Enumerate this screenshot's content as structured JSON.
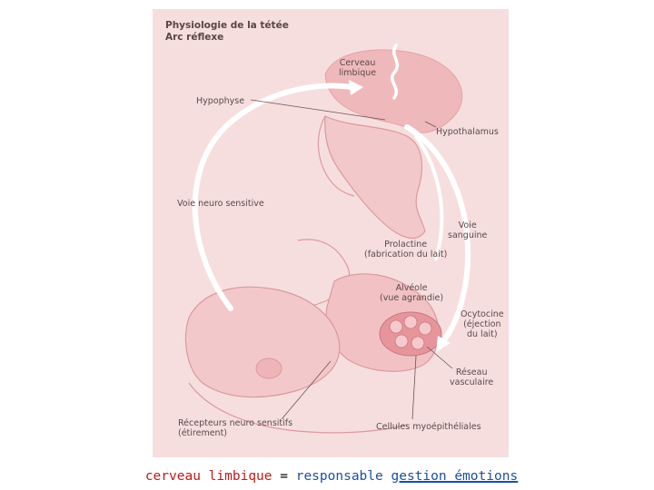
{
  "figure": {
    "title": "Physiologie de la tétée",
    "subtitle": "Arc réflexe",
    "labels": {
      "cerveau_limbique": "Cerveau\nlimbique",
      "hypophyse": "Hypophyse",
      "hypothalamus": "Hypothalamus",
      "voie_neuro_sensitive": "Voie neuro sensitive",
      "voie_sanguine": "Voie\nsanguine",
      "prolactine": "Prolactine\n(fabrication du lait)",
      "alveole": "Alvéole\n(vue agrandie)",
      "ocytocine": "Ocytocine\n(éjection\ndu lait)",
      "reseau_vasculaire": "Réseau\nvasculaire",
      "recepteurs": "Récepteurs neuro sensitifs\n(étirement)",
      "cellules": "Cellules myoépithéliales"
    }
  },
  "caption": {
    "part1": "cerveau limbique",
    "part2": " = ",
    "part3": "responsable ",
    "part4": "gestion émotions"
  },
  "colors": {
    "background": "#f7dede",
    "line_art": "#d99a9e",
    "arrow": "#ffffff",
    "caption_red": "#c21818",
    "caption_blue": "#1d4fa0"
  }
}
